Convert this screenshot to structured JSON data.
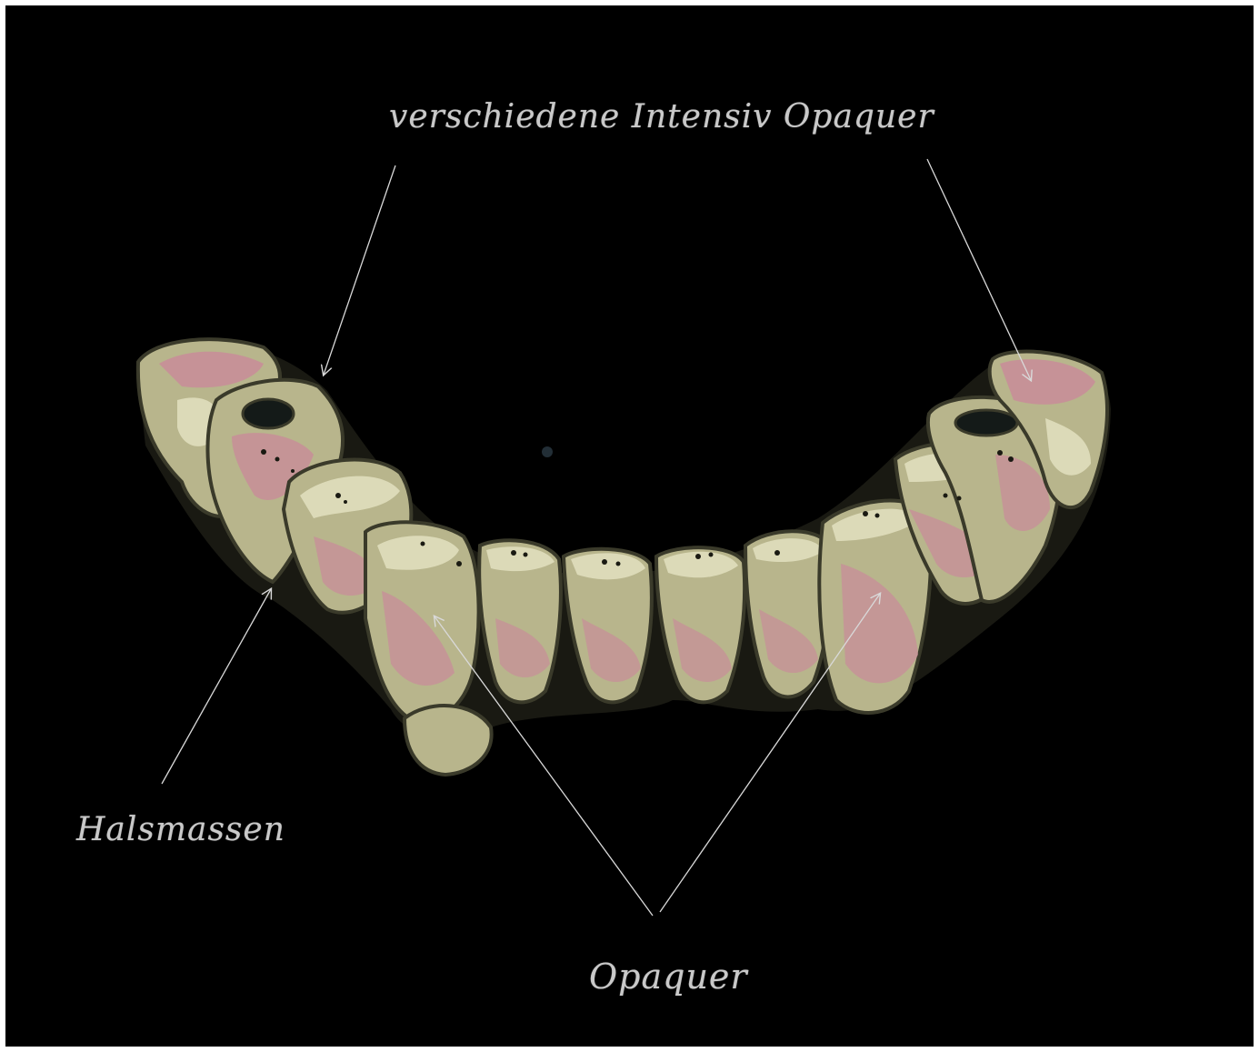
{
  "labels": {
    "top": "verschiedene Intensiv Opaquer",
    "neck": "Halsmassen",
    "bottom": "Opaquer"
  },
  "colors": {
    "background": "#000000",
    "frame": "#ffffff",
    "tooth_base": "#b8b58c",
    "tooth_light": "#dcdab8",
    "tooth_pink": "#c98a9a",
    "outline": "#3a3a2a",
    "annotation_line": "#d9d9d9",
    "label_text": "#c9c9c9"
  }
}
